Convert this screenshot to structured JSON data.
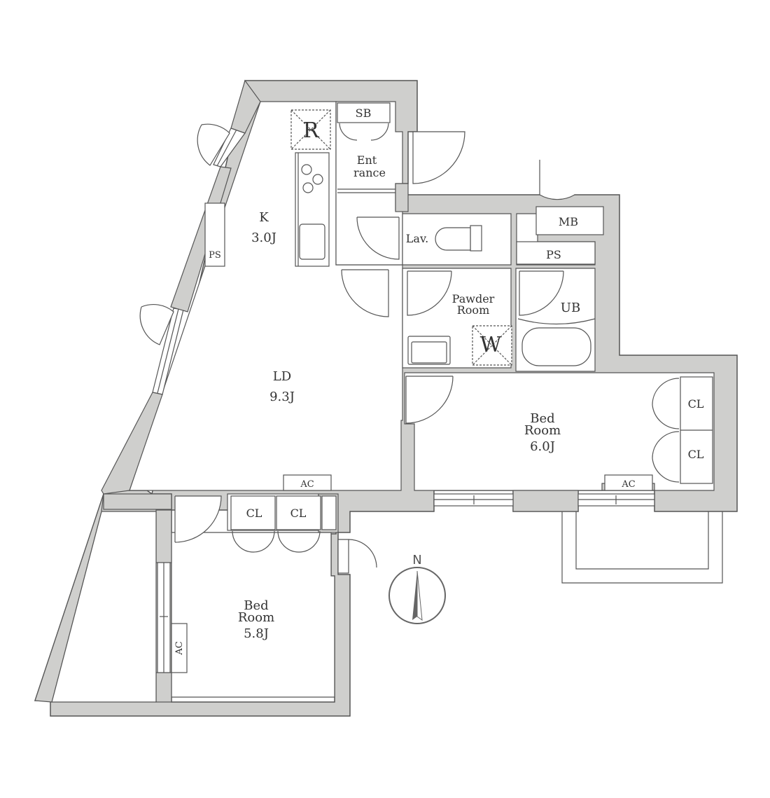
{
  "colors": {
    "wall_fill": "#cfcfcd",
    "line": "#555555",
    "fixture_fill": "#ffffff",
    "text": "#333333"
  },
  "rooms": {
    "kitchen": {
      "name": "K",
      "size": "3.0J"
    },
    "ld": {
      "name": "LD",
      "size": "9.3J"
    },
    "entrance": {
      "line1": "Ent",
      "line2": "rance"
    },
    "sb": "SB",
    "refrigerator": "R",
    "lavatory": "Lav.",
    "mb": "MB",
    "ps_main": "PS",
    "ps_small": "PS",
    "powder_room": {
      "line1": "Pawder",
      "line2": "Room"
    },
    "washer": "W",
    "ub": "UB",
    "bed_east": {
      "line1": "Bed",
      "line2": "Room",
      "size": "6.0J"
    },
    "bed_west": {
      "line1": "Bed",
      "line2": "Room",
      "size": "5.8J"
    }
  },
  "closets": {
    "cl_east_1": "CL",
    "cl_east_2": "CL",
    "cl_west_1": "CL",
    "cl_west_2": "CL"
  },
  "ac_units": {
    "ac_ld": "AC",
    "ac_bed_east": "AC",
    "ac_bed_west": "AC"
  },
  "compass": {
    "north_label": "N",
    "icon": "compass-icon"
  }
}
